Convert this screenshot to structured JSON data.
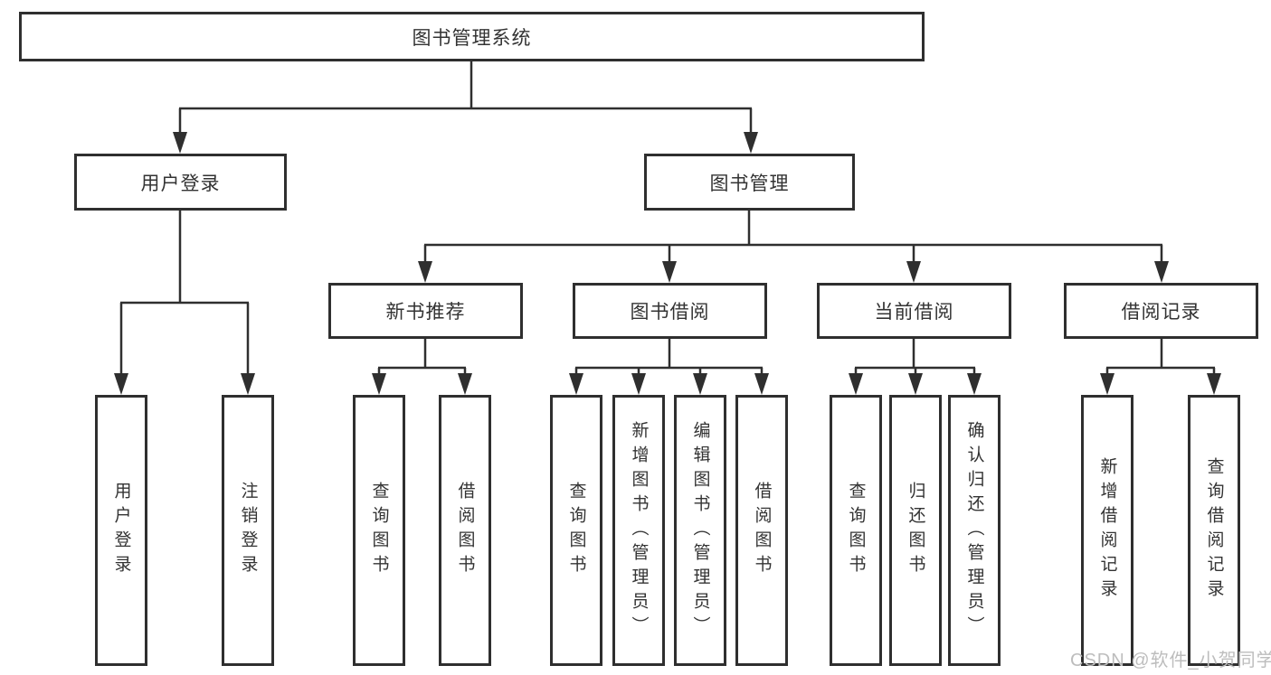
{
  "tree": {
    "root": {
      "label": "图书管理系统",
      "children": [
        {
          "label": "用户登录",
          "children": [
            {
              "label": "用户登录"
            },
            {
              "label": "注销登录"
            }
          ]
        },
        {
          "label": "图书管理",
          "children": [
            {
              "label": "新书推荐",
              "children": [
                {
                  "label": "查询图书"
                },
                {
                  "label": "借阅图书"
                }
              ]
            },
            {
              "label": "图书借阅",
              "children": [
                {
                  "label": "查询图书"
                },
                {
                  "label": "新增图书（管理员）"
                },
                {
                  "label": "编辑图书（管理员）"
                },
                {
                  "label": "借阅图书"
                }
              ]
            },
            {
              "label": "当前借阅",
              "children": [
                {
                  "label": "查询图书"
                },
                {
                  "label": "归还图书"
                },
                {
                  "label": "确认归还（管理员）"
                }
              ]
            },
            {
              "label": "借阅记录",
              "children": [
                {
                  "label": "新增借阅记录"
                },
                {
                  "label": "查询借阅记录"
                }
              ]
            }
          ]
        }
      ]
    }
  },
  "watermark": {
    "text": "CSDN @软件_小贺同学"
  },
  "colors": {
    "line": "#2f2f2f",
    "box_border": "#2f2f2f",
    "box_background": "#ffffff",
    "text": "#333333",
    "watermark": "#bdbdbd"
  }
}
